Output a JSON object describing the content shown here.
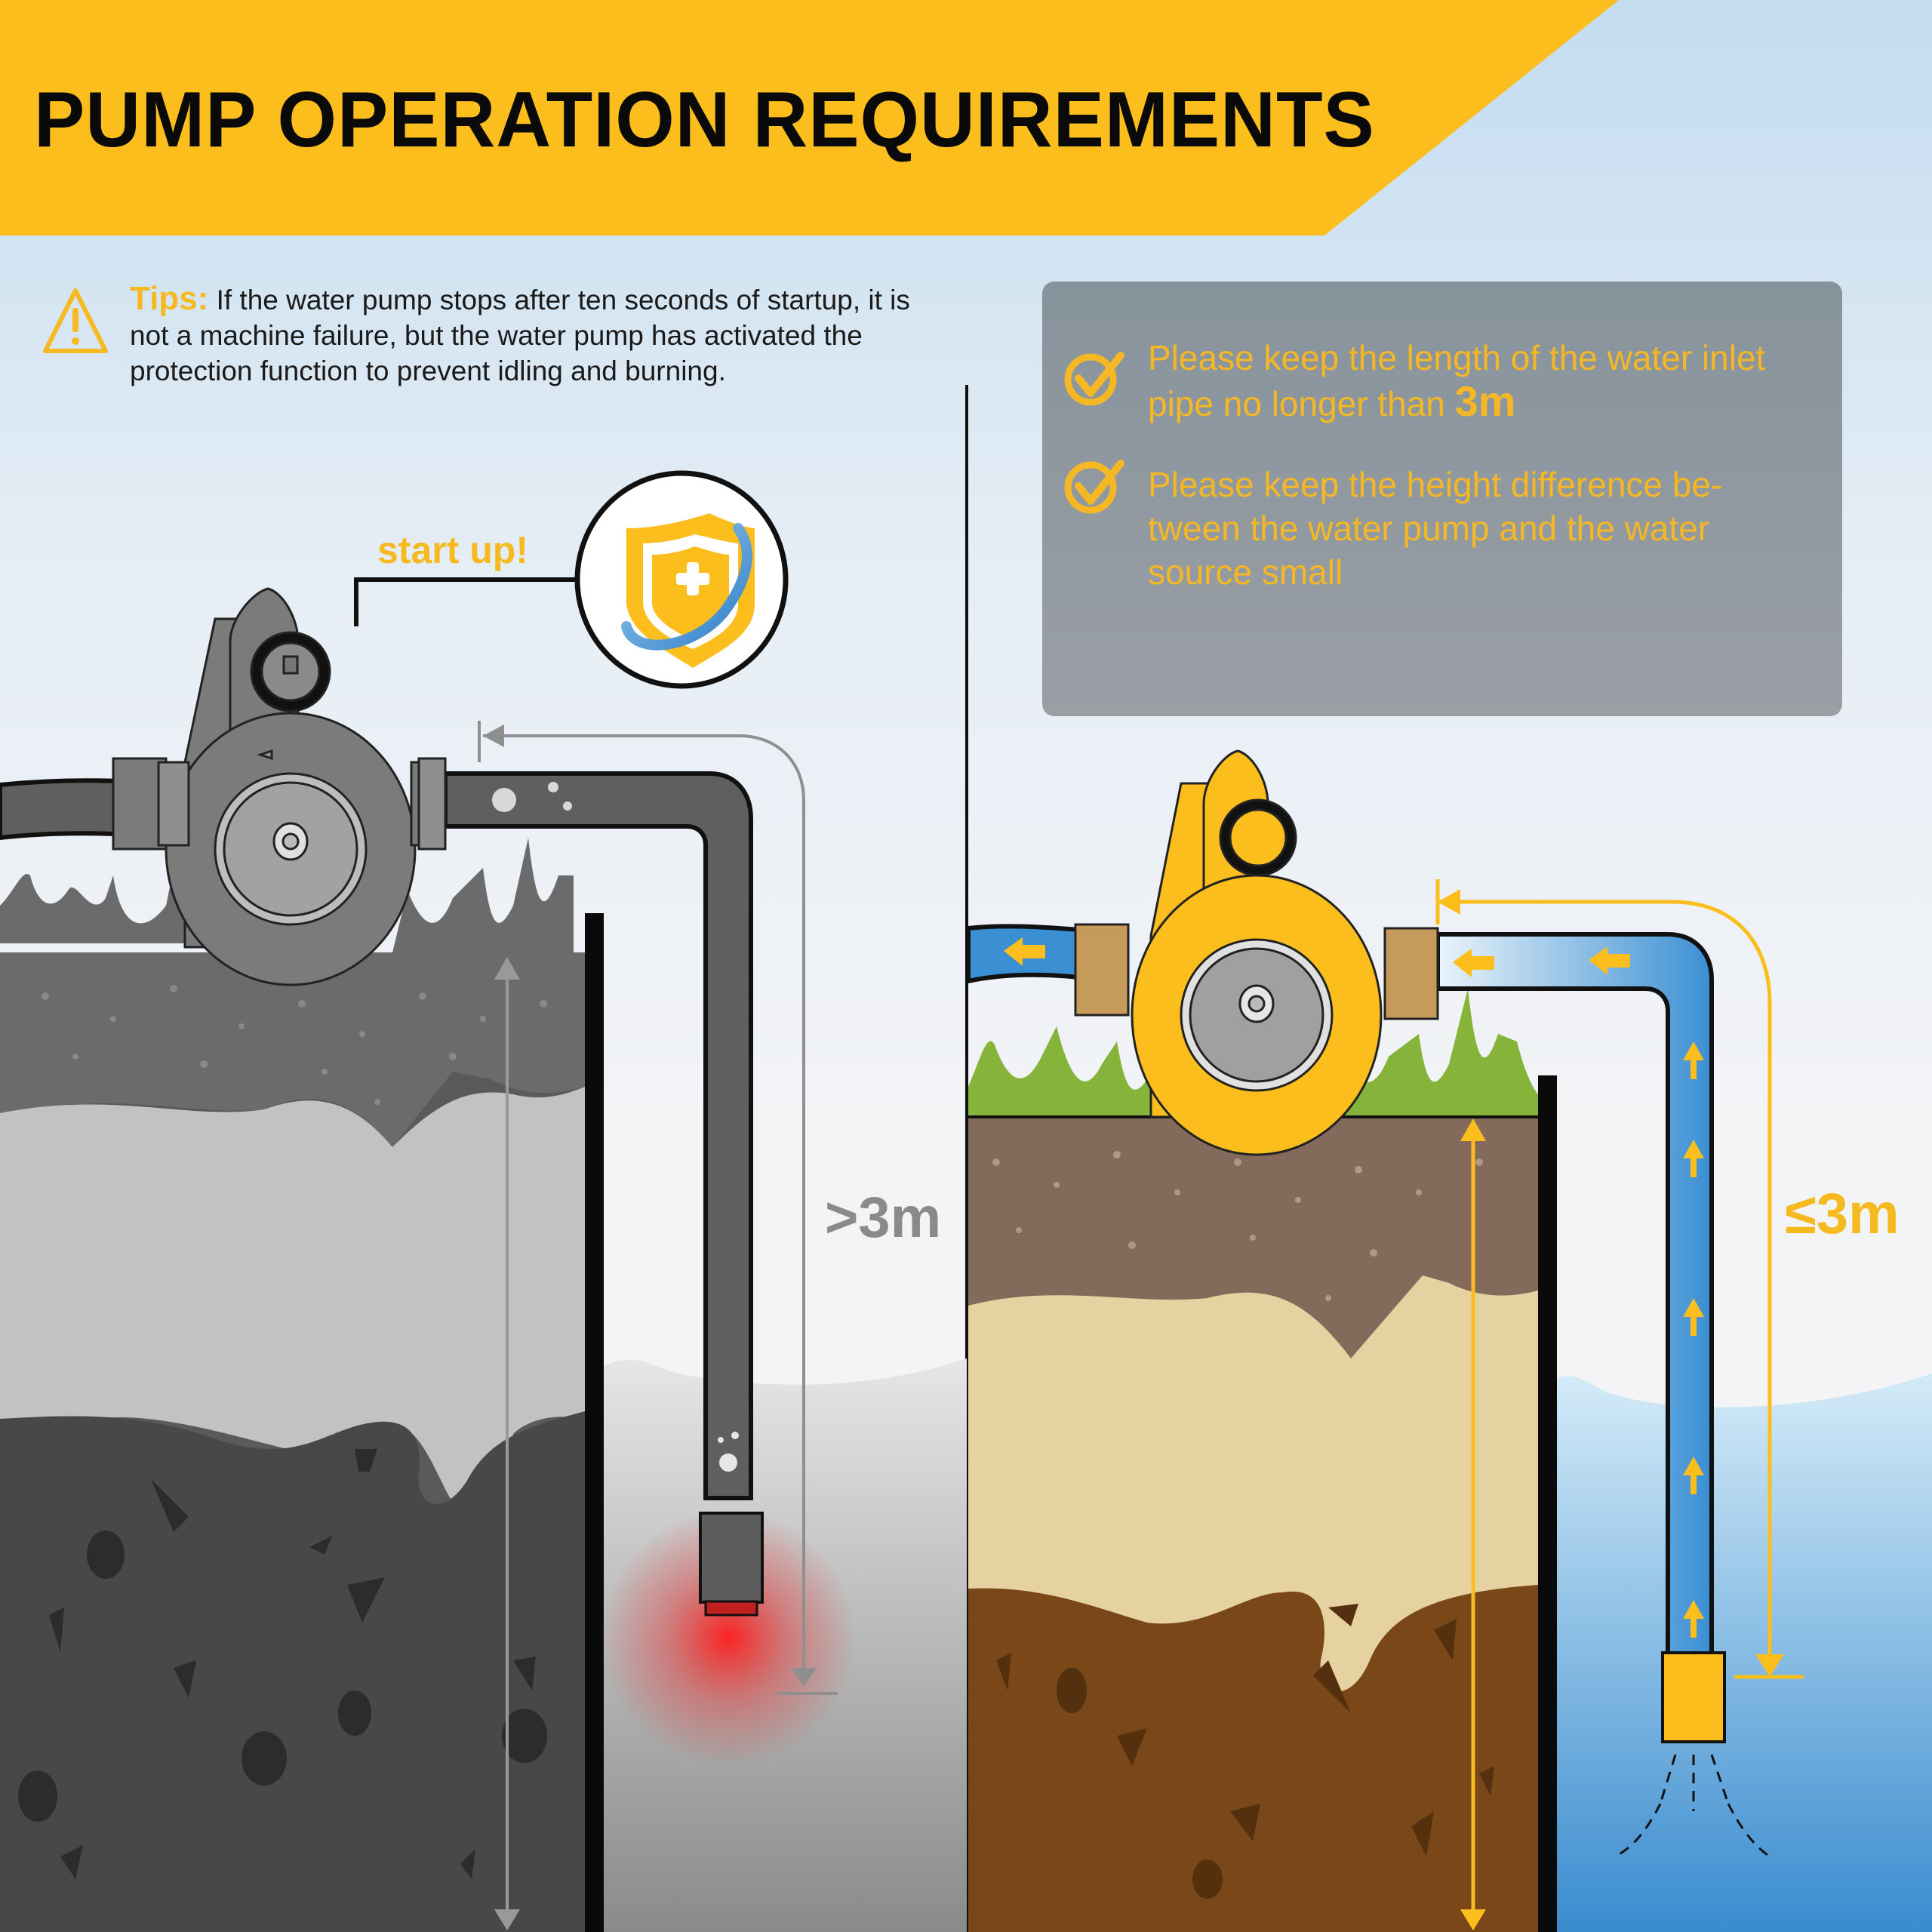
{
  "header": {
    "title": "PUMP OPERATION REQUIREMENTS",
    "banner_color": "#fbbe1c"
  },
  "tips": {
    "label": "Tips:",
    "text": "If the water pump stops after ten seconds of startup, it is not a machine failure, but the water pump has activated the protection function to prevent idling and burning.",
    "icon": "warning-triangle-icon"
  },
  "requirements": {
    "items": [
      {
        "icon": "check-circle-icon",
        "text": "Please keep the length of the water inlet pipe no longer than ",
        "highlight": "3m"
      },
      {
        "icon": "check-circle-icon",
        "text": "Please keep the height difference be- tween the water pump and the water source small"
      }
    ]
  },
  "left_scene": {
    "callout_label": "start up!",
    "callout_icon": "shield-plus-icon",
    "pipe_length_label": ">3m",
    "state": "incorrect",
    "colors": {
      "pump": "#7b7b7b",
      "pipe": "#5f5f5f",
      "glow": "#e0201f"
    }
  },
  "right_scene": {
    "pipe_length_label": "≤3m",
    "state": "correct",
    "colors": {
      "pump": "#fbbe1c",
      "pipe": "#3b8fd3",
      "water": "#3f92d2",
      "grass": "#86b43a",
      "soil_top": "#846a5a",
      "sand": "#e6d1a0",
      "soil_deep": "#7a4818"
    }
  }
}
